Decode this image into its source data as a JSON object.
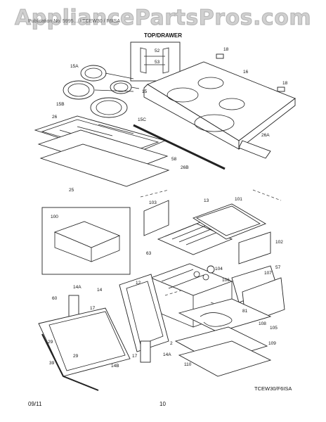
{
  "watermark": "AppliancePartsPros.com",
  "header_text": "Publication No. 5995… / TCEW30 / F6ISA",
  "section_title": "TOP/DRAWER",
  "model_code": "TCEW30/F6ISA",
  "footer": {
    "date": "09/11",
    "page": "10"
  },
  "callouts": [
    "18",
    "52",
    "53",
    "15A",
    "16",
    "15",
    "15B",
    "18",
    "26",
    "15C",
    "26A",
    "58",
    "26B",
    "25",
    "103",
    "13",
    "101",
    "100",
    "63",
    "102",
    "12",
    "104",
    "106",
    "57",
    "107",
    "14A",
    "14",
    "60",
    "17",
    "2",
    "81",
    "108",
    "105",
    "29",
    "29",
    "109",
    "39",
    "14B",
    "17",
    "14A",
    "110"
  ]
}
